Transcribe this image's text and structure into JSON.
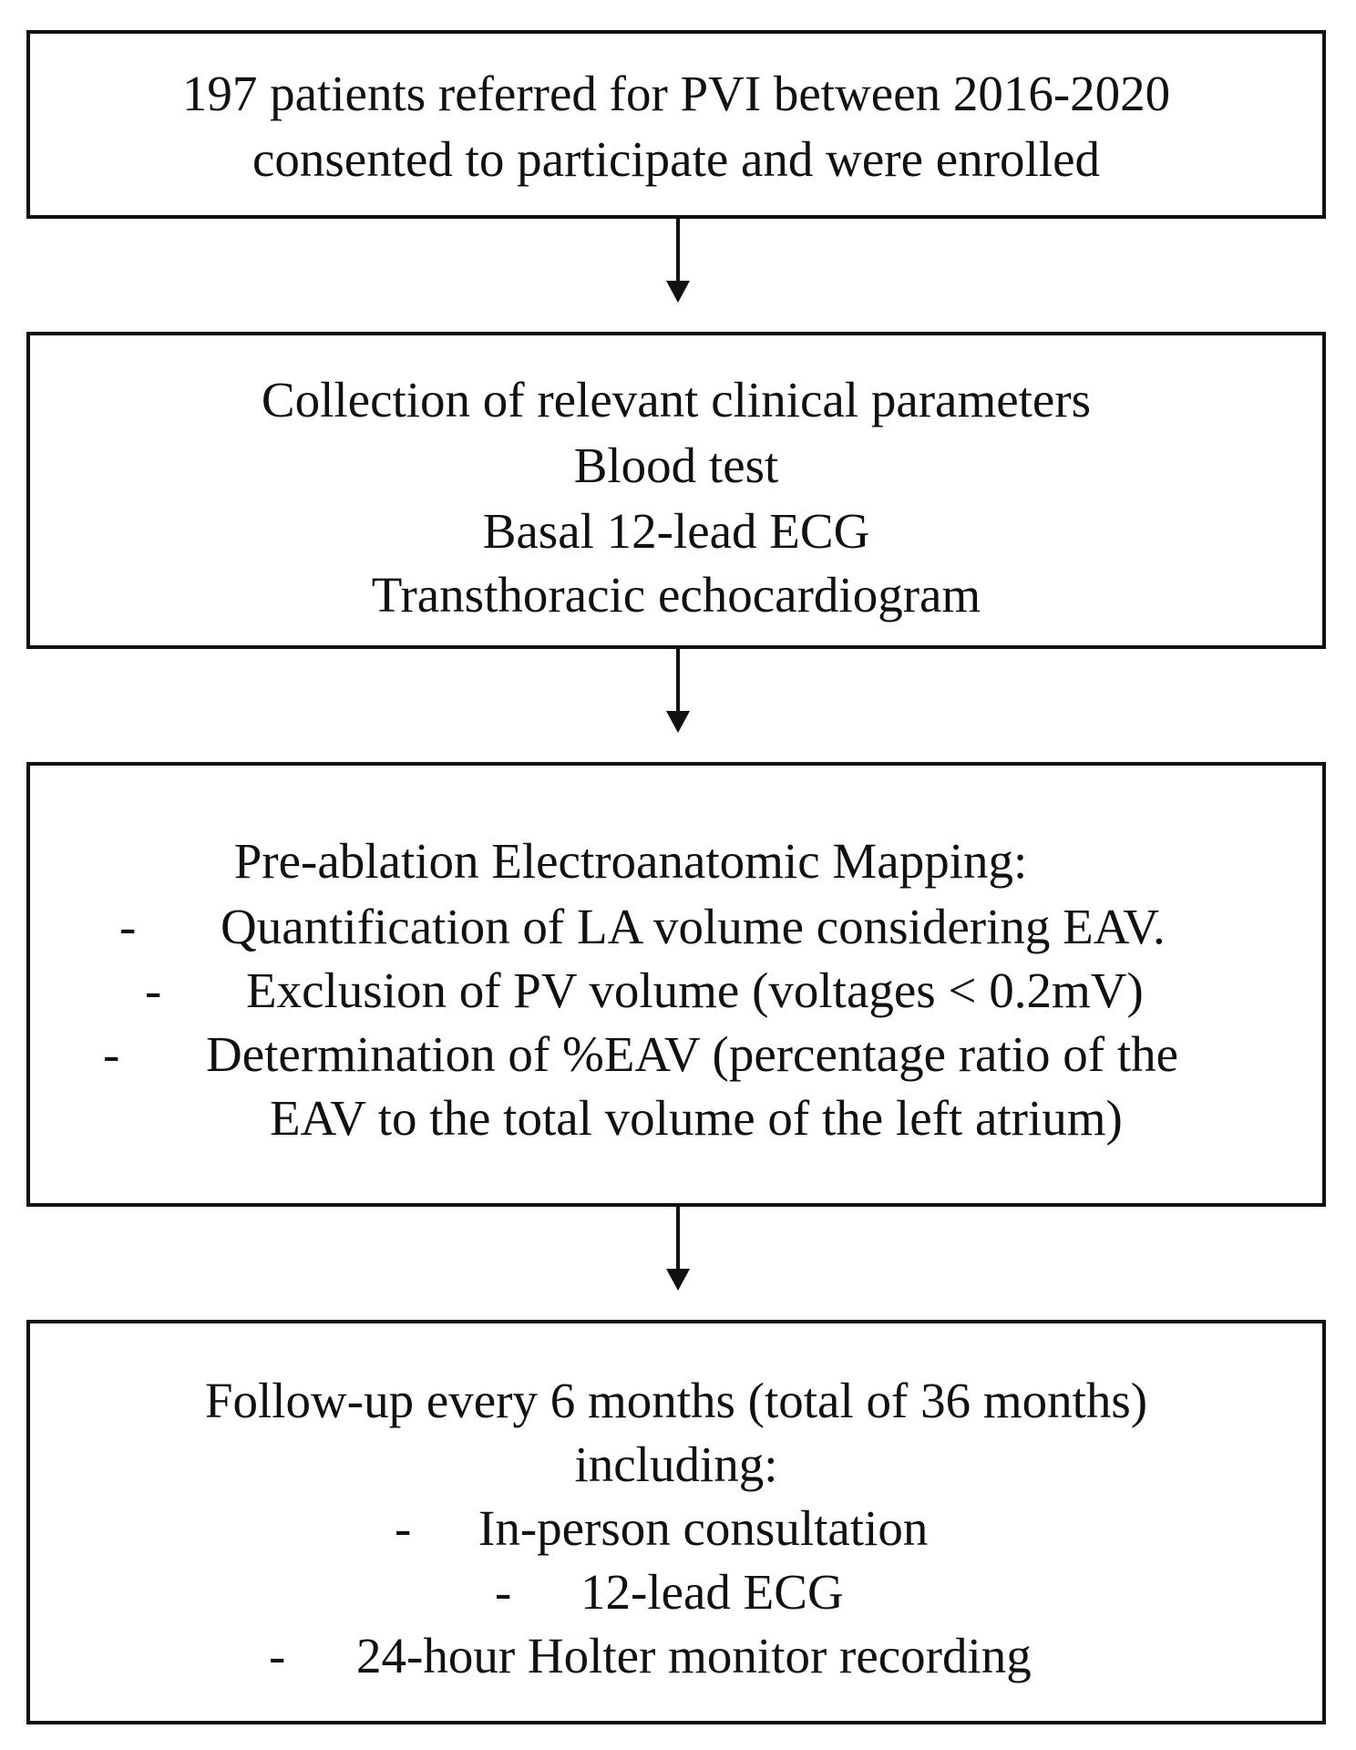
{
  "steps": [
    {
      "lines": [
        "197 patients referred for PVI between 2016-2020",
        "consented to participate and were enrolled"
      ]
    },
    {
      "lines": [
        "Collection of relevant clinical parameters",
        "Blood test",
        "Basal 12-lead ECG",
        "Transthoracic echocardiogram"
      ]
    },
    {
      "heading": "Pre-ablation Electroanatomic Mapping:",
      "bullets": [
        "Quantification of LA volume considering EAV.",
        "Exclusion of PV volume (voltages < 0.2mV)",
        "Determination of %EAV (percentage ratio of the",
        "EAV to the total volume of the left atrium)"
      ]
    },
    {
      "heading_line1": "Follow-up every 6 months (total of 36 months)",
      "heading_line2": "including:",
      "bullets": [
        "In-person consultation",
        "12-lead ECG",
        "24-hour Holter monitor recording"
      ]
    }
  ],
  "bullet_marker": "-",
  "colors": {
    "stroke": "#111111",
    "background": "#ffffff"
  }
}
